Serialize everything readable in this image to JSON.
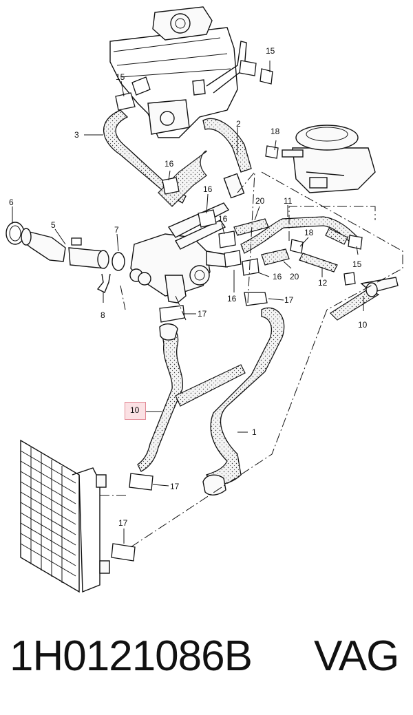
{
  "diagram": {
    "callouts": [
      {
        "id": "c1",
        "label": "1"
      },
      {
        "id": "c2",
        "label": "2"
      },
      {
        "id": "c3",
        "label": "3"
      },
      {
        "id": "c5",
        "label": "5"
      },
      {
        "id": "c6",
        "label": "6"
      },
      {
        "id": "c7",
        "label": "7"
      },
      {
        "id": "c8",
        "label": "8"
      },
      {
        "id": "c10a",
        "label": "10"
      },
      {
        "id": "c11",
        "label": "11"
      },
      {
        "id": "c12",
        "label": "12"
      },
      {
        "id": "c15a",
        "label": "15"
      },
      {
        "id": "c15b",
        "label": "15"
      },
      {
        "id": "c15c",
        "label": "15"
      },
      {
        "id": "c16a",
        "label": "16"
      },
      {
        "id": "c16b",
        "label": "16"
      },
      {
        "id": "c16c",
        "label": "16"
      },
      {
        "id": "c16d",
        "label": "16"
      },
      {
        "id": "c16e",
        "label": "16"
      },
      {
        "id": "c17a",
        "label": "17"
      },
      {
        "id": "c17b",
        "label": "17"
      },
      {
        "id": "c17c",
        "label": "17"
      },
      {
        "id": "c17d",
        "label": "17"
      },
      {
        "id": "c18a",
        "label": "18"
      },
      {
        "id": "c18b",
        "label": "18"
      },
      {
        "id": "c20a",
        "label": "20"
      },
      {
        "id": "c20b",
        "label": "20"
      }
    ],
    "highlighted_callout": "10"
  },
  "footer": {
    "part_number": "1H0121086B",
    "brand": "VAG"
  },
  "colors": {
    "highlight_fill": "#fbe1e4",
    "highlight_border": "#e28a96",
    "ink": "#111111"
  }
}
